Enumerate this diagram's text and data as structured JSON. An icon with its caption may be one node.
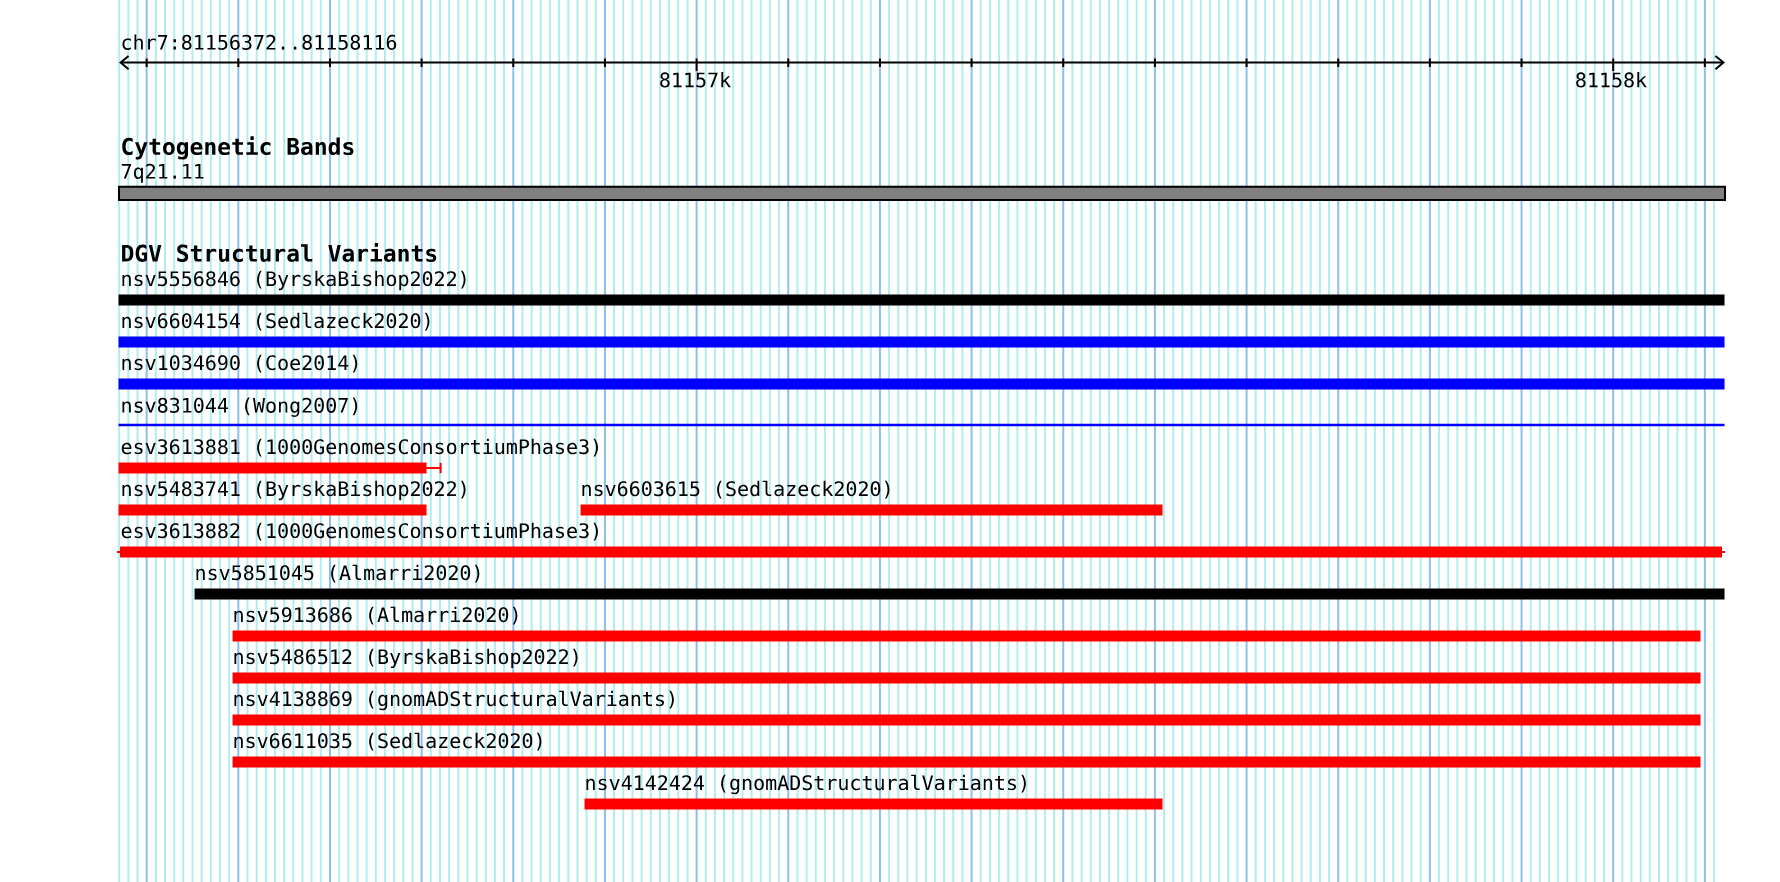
{
  "diagram": {
    "nodes": [
      {
        "text": [
          "7q21.11"
        ]
      },
      {
        "text": [
          "nsv5556846 (ByrskaBishop2022)"
        ]
      },
      {
        "text": [
          "nsv6604154 (Sedlazeck2020)"
        ]
      },
      {
        "text": [
          "nsv1034690 (Coe2014)"
        ]
      },
      {
        "text": [
          "nsv831044 (Wong2007)"
        ]
      },
      {
        "text": [
          "esv3613881 (1000GenomesConsortiumPhase3)"
        ]
      },
      {
        "text": [
          "nsv5483741 (ByrskaBishop2022)"
        ]
      },
      {
        "text": [
          "nsv6603615 (Sedlazeck2020)"
        ]
      },
      {
        "text": [
          "esv3613882 (1000GenomesConsortiumPhase3)"
        ]
      },
      {
        "text": [
          "nsv5851045 (Almarri2020)"
        ]
      },
      {
        "text": [
          "nsv5913686 (Almarri2020)"
        ]
      },
      {
        "text": [
          "nsv5486512 (ByrskaBishop2022)"
        ]
      },
      {
        "text": [
          "nsv4138869 (gnomADStructuralVariants)"
        ]
      },
      {
        "text": [
          "nsv6611035 (Sedlazeck2020)"
        ]
      },
      {
        "text": [
          "nsv4142424 (gnomADStructuralVariants)"
        ]
      }
    ],
    "labels": [
      "chr7:81156372..81158116",
      "81157k",
      "81158k",
      "Cytogenetic Bands",
      "DGV Structural Variants"
    ]
  }
}
